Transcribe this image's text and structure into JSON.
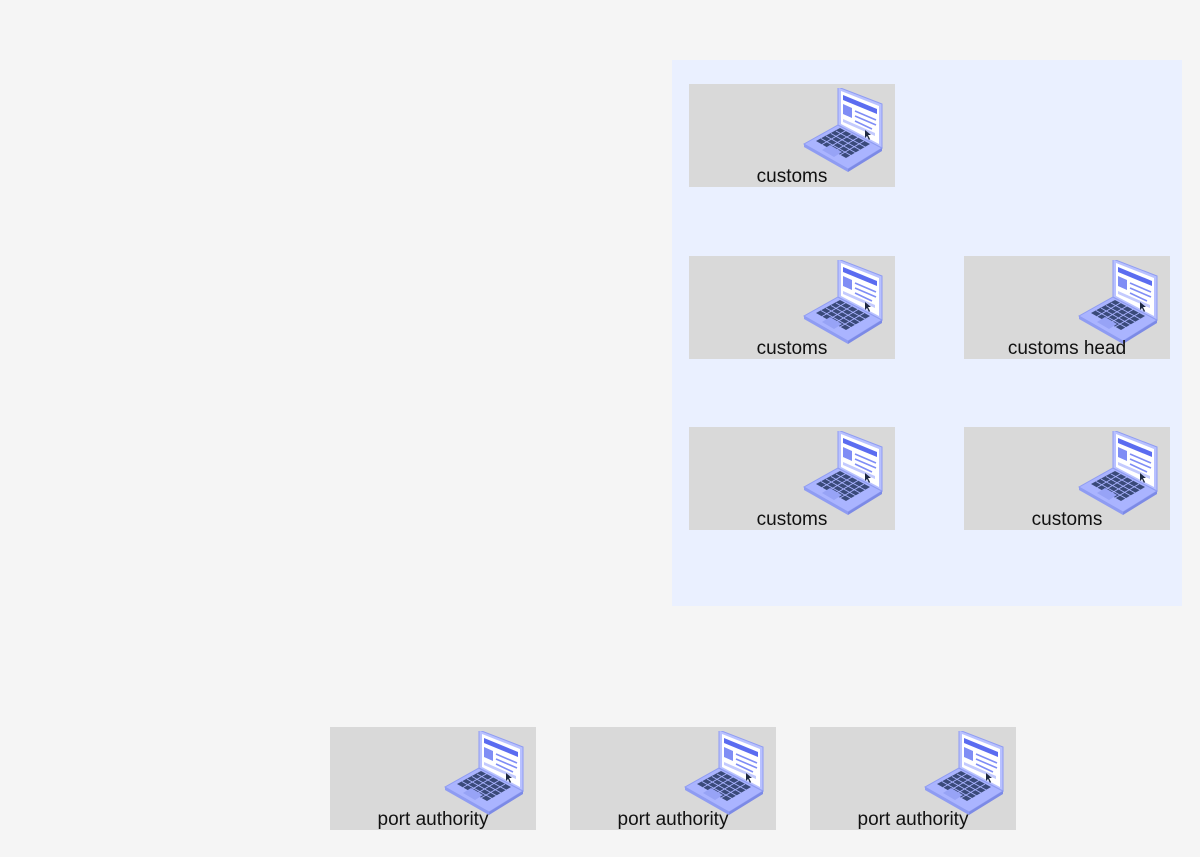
{
  "nodes": [
    {
      "label": "customs",
      "icon": "laptop-icon"
    },
    {
      "label": "customs",
      "icon": "laptop-icon"
    },
    {
      "label": "customs head",
      "icon": "laptop-icon"
    },
    {
      "label": "customs",
      "icon": "laptop-icon"
    },
    {
      "label": "customs",
      "icon": "laptop-icon"
    },
    {
      "label": "port authority",
      "icon": "laptop-icon"
    },
    {
      "label": "port authority",
      "icon": "laptop-icon"
    },
    {
      "label": "port authority",
      "icon": "laptop-icon"
    }
  ],
  "colors": {
    "background": "#f5f5f5",
    "group_fill": "#eaf0ff",
    "node_fill": "#d9d9d9",
    "laptop_body": "#aab4ff",
    "laptop_screen": "#5b6cf0",
    "laptop_keys": "#3a4a7a"
  }
}
